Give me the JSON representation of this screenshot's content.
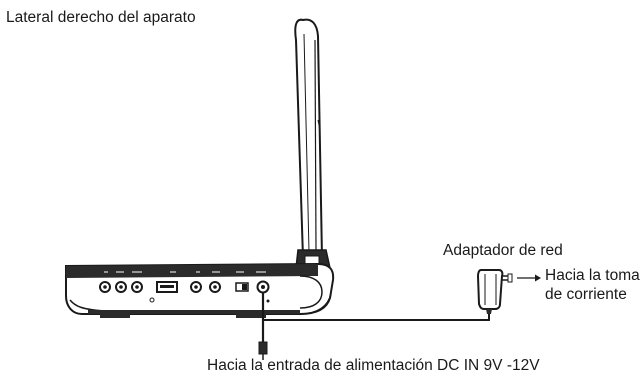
{
  "labels": {
    "side": "Lateral derecho del aparato",
    "adapter": "Adaptador de red",
    "outlet_line1": "Hacia la toma",
    "outlet_line2": "de corriente",
    "dc_in": "Hacia la entrada de alimentación DC IN 9V -12V"
  },
  "colors": {
    "ink": "#1a1a1a",
    "body_dark": "#2b2b2b",
    "background": "#ffffff"
  }
}
